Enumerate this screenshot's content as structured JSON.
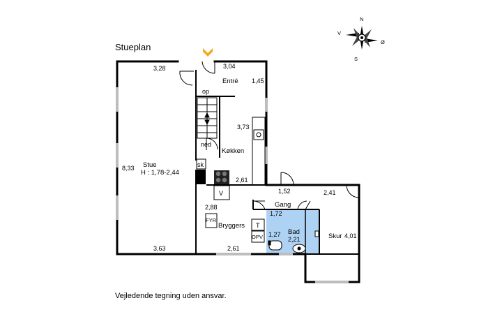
{
  "title": "Stueplan",
  "disclaimer": "Vejledende tegning uden ansvar.",
  "compass": {
    "n": "N",
    "s": "S",
    "v": "V",
    "o": "Ø"
  },
  "rooms": {
    "entre": "Entré",
    "kokken": "Køkken",
    "stue": "Stue",
    "stue_height": "H : 1,78-2,44",
    "bryggers": "Bryggers",
    "gang": "Gang",
    "bad": "Bad",
    "skur": "Skur"
  },
  "dimensions": {
    "entre_w": "3,04",
    "entre_d": "1,45",
    "stue_top": "3,28",
    "stue_h": "8,33",
    "stue_bottom": "3,63",
    "kokken_h": "3,73",
    "kokken_w": "2,61",
    "bryggers_h": "2,88",
    "bryggers_w": "2,61",
    "gang_w1": "1,52",
    "gang_w2": "1,72",
    "bad_w": "1,27",
    "bad_d": "2,21",
    "skur_w": "2,41",
    "skur_h": "4,01"
  },
  "symbols": {
    "op": "op",
    "ned": "ned",
    "sk": "sk",
    "v": "V",
    "fyr": "FYR",
    "t": "T",
    "opv": "OPV"
  },
  "colors": {
    "wall": "#000000",
    "window": "#bdbdbd",
    "bath": "#aed2f3",
    "entry_arrow": "#f4a81c"
  }
}
